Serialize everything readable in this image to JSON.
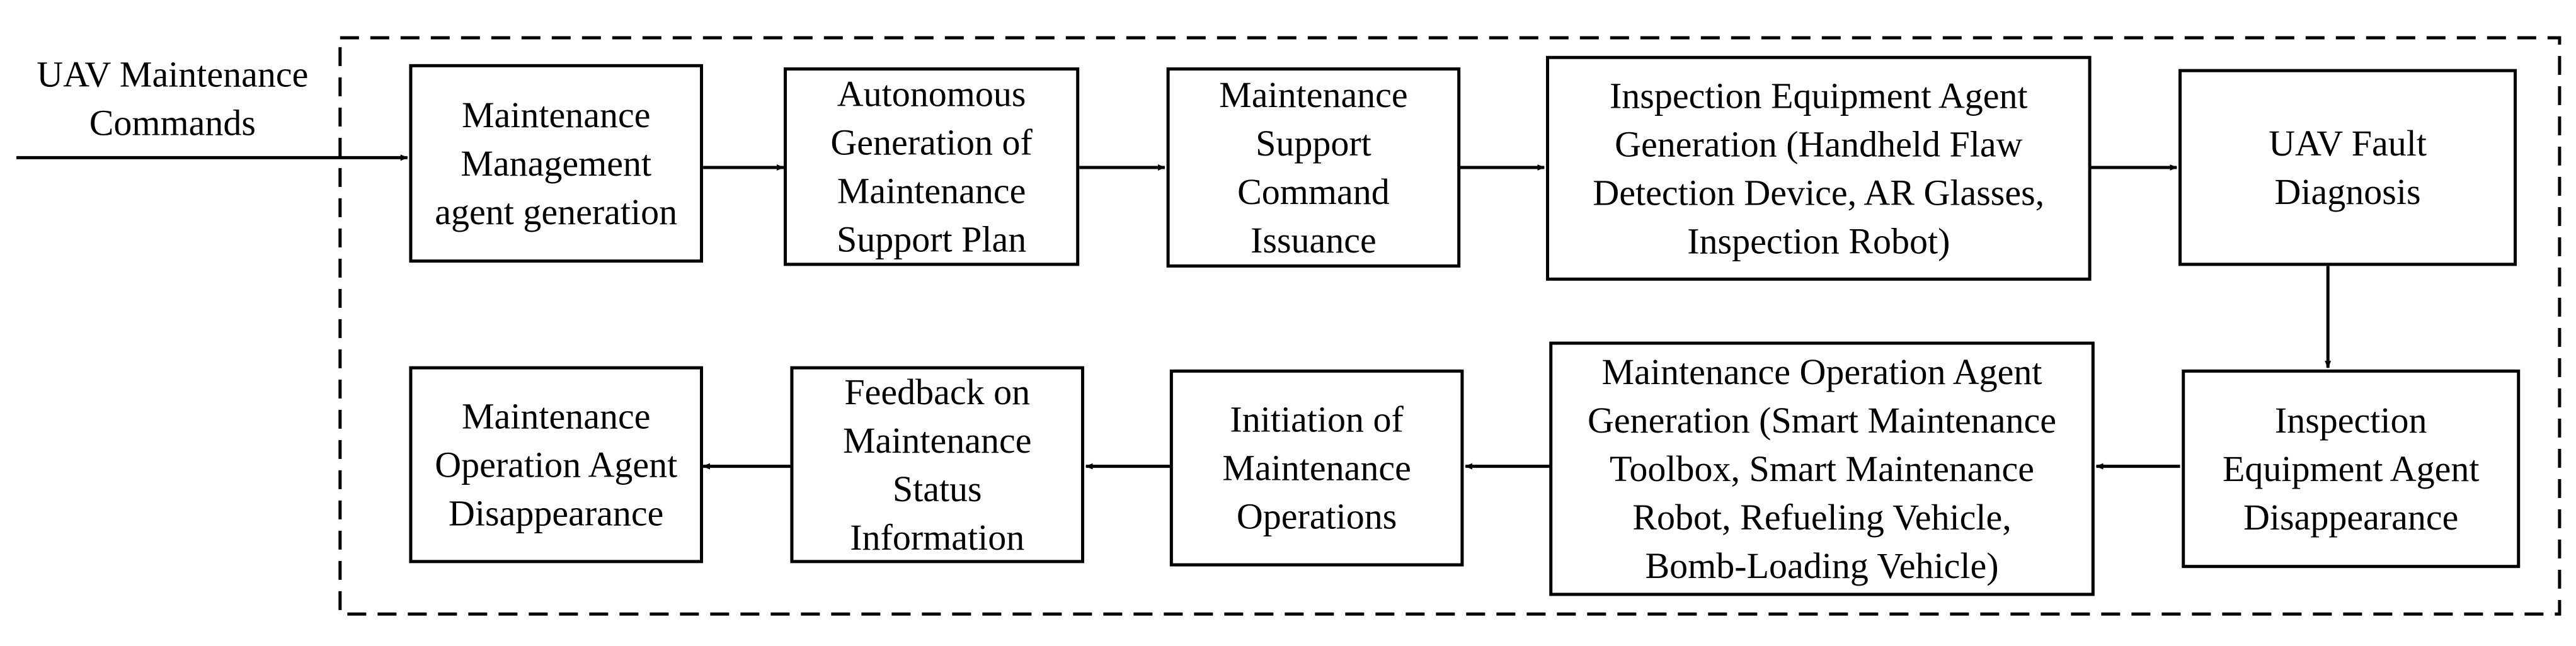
{
  "input_label": [
    "UAV Maintenance",
    "Commands"
  ],
  "nodes": [
    {
      "id": "maintenance-management-agent-generation",
      "lines": [
        "Maintenance",
        "Management",
        "agent generation"
      ]
    },
    {
      "id": "autonomous-generation-plan",
      "lines": [
        "Autonomous",
        "Generation of",
        "Maintenance",
        "Support Plan"
      ]
    },
    {
      "id": "maintenance-support-command-issuance",
      "lines": [
        "Maintenance",
        "Support",
        "Command",
        "Issuance"
      ]
    },
    {
      "id": "inspection-equipment-agent-generation",
      "lines": [
        "Inspection Equipment Agent",
        "Generation (Handheld Flaw",
        "Detection Device, AR Glasses,",
        "Inspection Robot)"
      ]
    },
    {
      "id": "uav-fault-diagnosis",
      "lines": [
        "UAV Fault",
        "Diagnosis"
      ]
    },
    {
      "id": "inspection-equipment-agent-disappearance",
      "lines": [
        "Inspection",
        "Equipment Agent",
        "Disappearance"
      ]
    },
    {
      "id": "maintenance-operation-agent-generation",
      "lines": [
        "Maintenance Operation Agent",
        "Generation (Smart Maintenance",
        "Toolbox, Smart Maintenance",
        "Robot, Refueling Vehicle,",
        "Bomb-Loading Vehicle)"
      ]
    },
    {
      "id": "initiation-of-maintenance-operations",
      "lines": [
        "Initiation of",
        "Maintenance",
        "Operations"
      ]
    },
    {
      "id": "feedback-on-maintenance-status",
      "lines": [
        "Feedback on",
        "Maintenance",
        "Status",
        "Information"
      ]
    },
    {
      "id": "maintenance-operation-agent-disappearance",
      "lines": [
        "Maintenance",
        "Operation Agent",
        "Disappearance"
      ]
    }
  ],
  "colors": {
    "stroke": "#000000",
    "fill": "#ffffff",
    "text": "#000000"
  }
}
